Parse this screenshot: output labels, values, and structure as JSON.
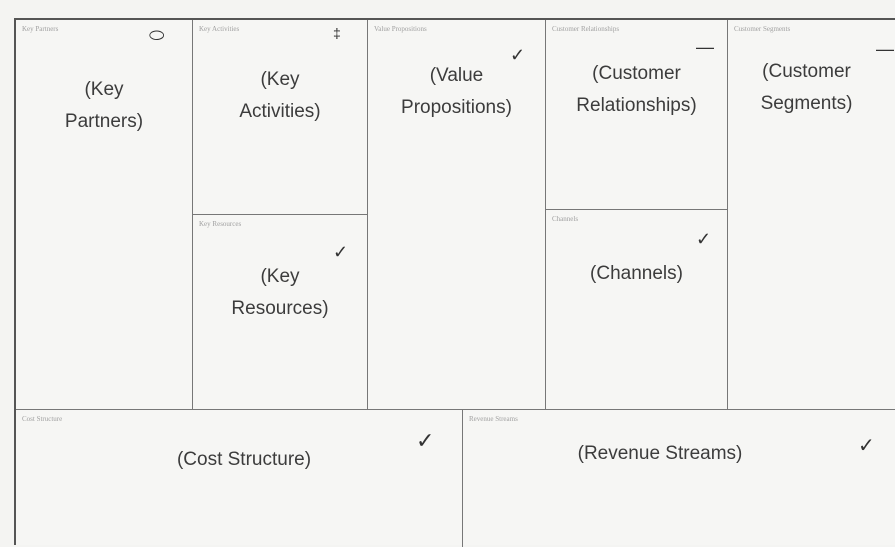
{
  "canvas": {
    "key_partners": {
      "header": "Key Partners",
      "title": "(Key\nPartners)"
    },
    "key_activities": {
      "header": "Key Activities",
      "title": "(Key\nActivities)"
    },
    "key_resources": {
      "header": "Key Resources",
      "title": "(Key\nResources)"
    },
    "value_propositions": {
      "header": "Value Propositions",
      "title": "(Value\nPropositions)"
    },
    "customer_relationships": {
      "header": "Customer Relationships",
      "title": "(Customer\nRelationships)"
    },
    "channels": {
      "header": "Channels",
      "title": "(Channels)"
    },
    "customer_segments": {
      "header": "Customer Segments",
      "title": "(Customer\nSegments)"
    },
    "cost_structure": {
      "header": "Cost Structure",
      "title": "(Cost Structure)"
    },
    "revenue_streams": {
      "header": "Revenue Streams",
      "title": "(Revenue Streams)"
    }
  },
  "colors": {
    "background": "#f4f4f2",
    "lines": "#555555",
    "text": "#3c3c3c",
    "faint_text": "#a0a0a0"
  }
}
